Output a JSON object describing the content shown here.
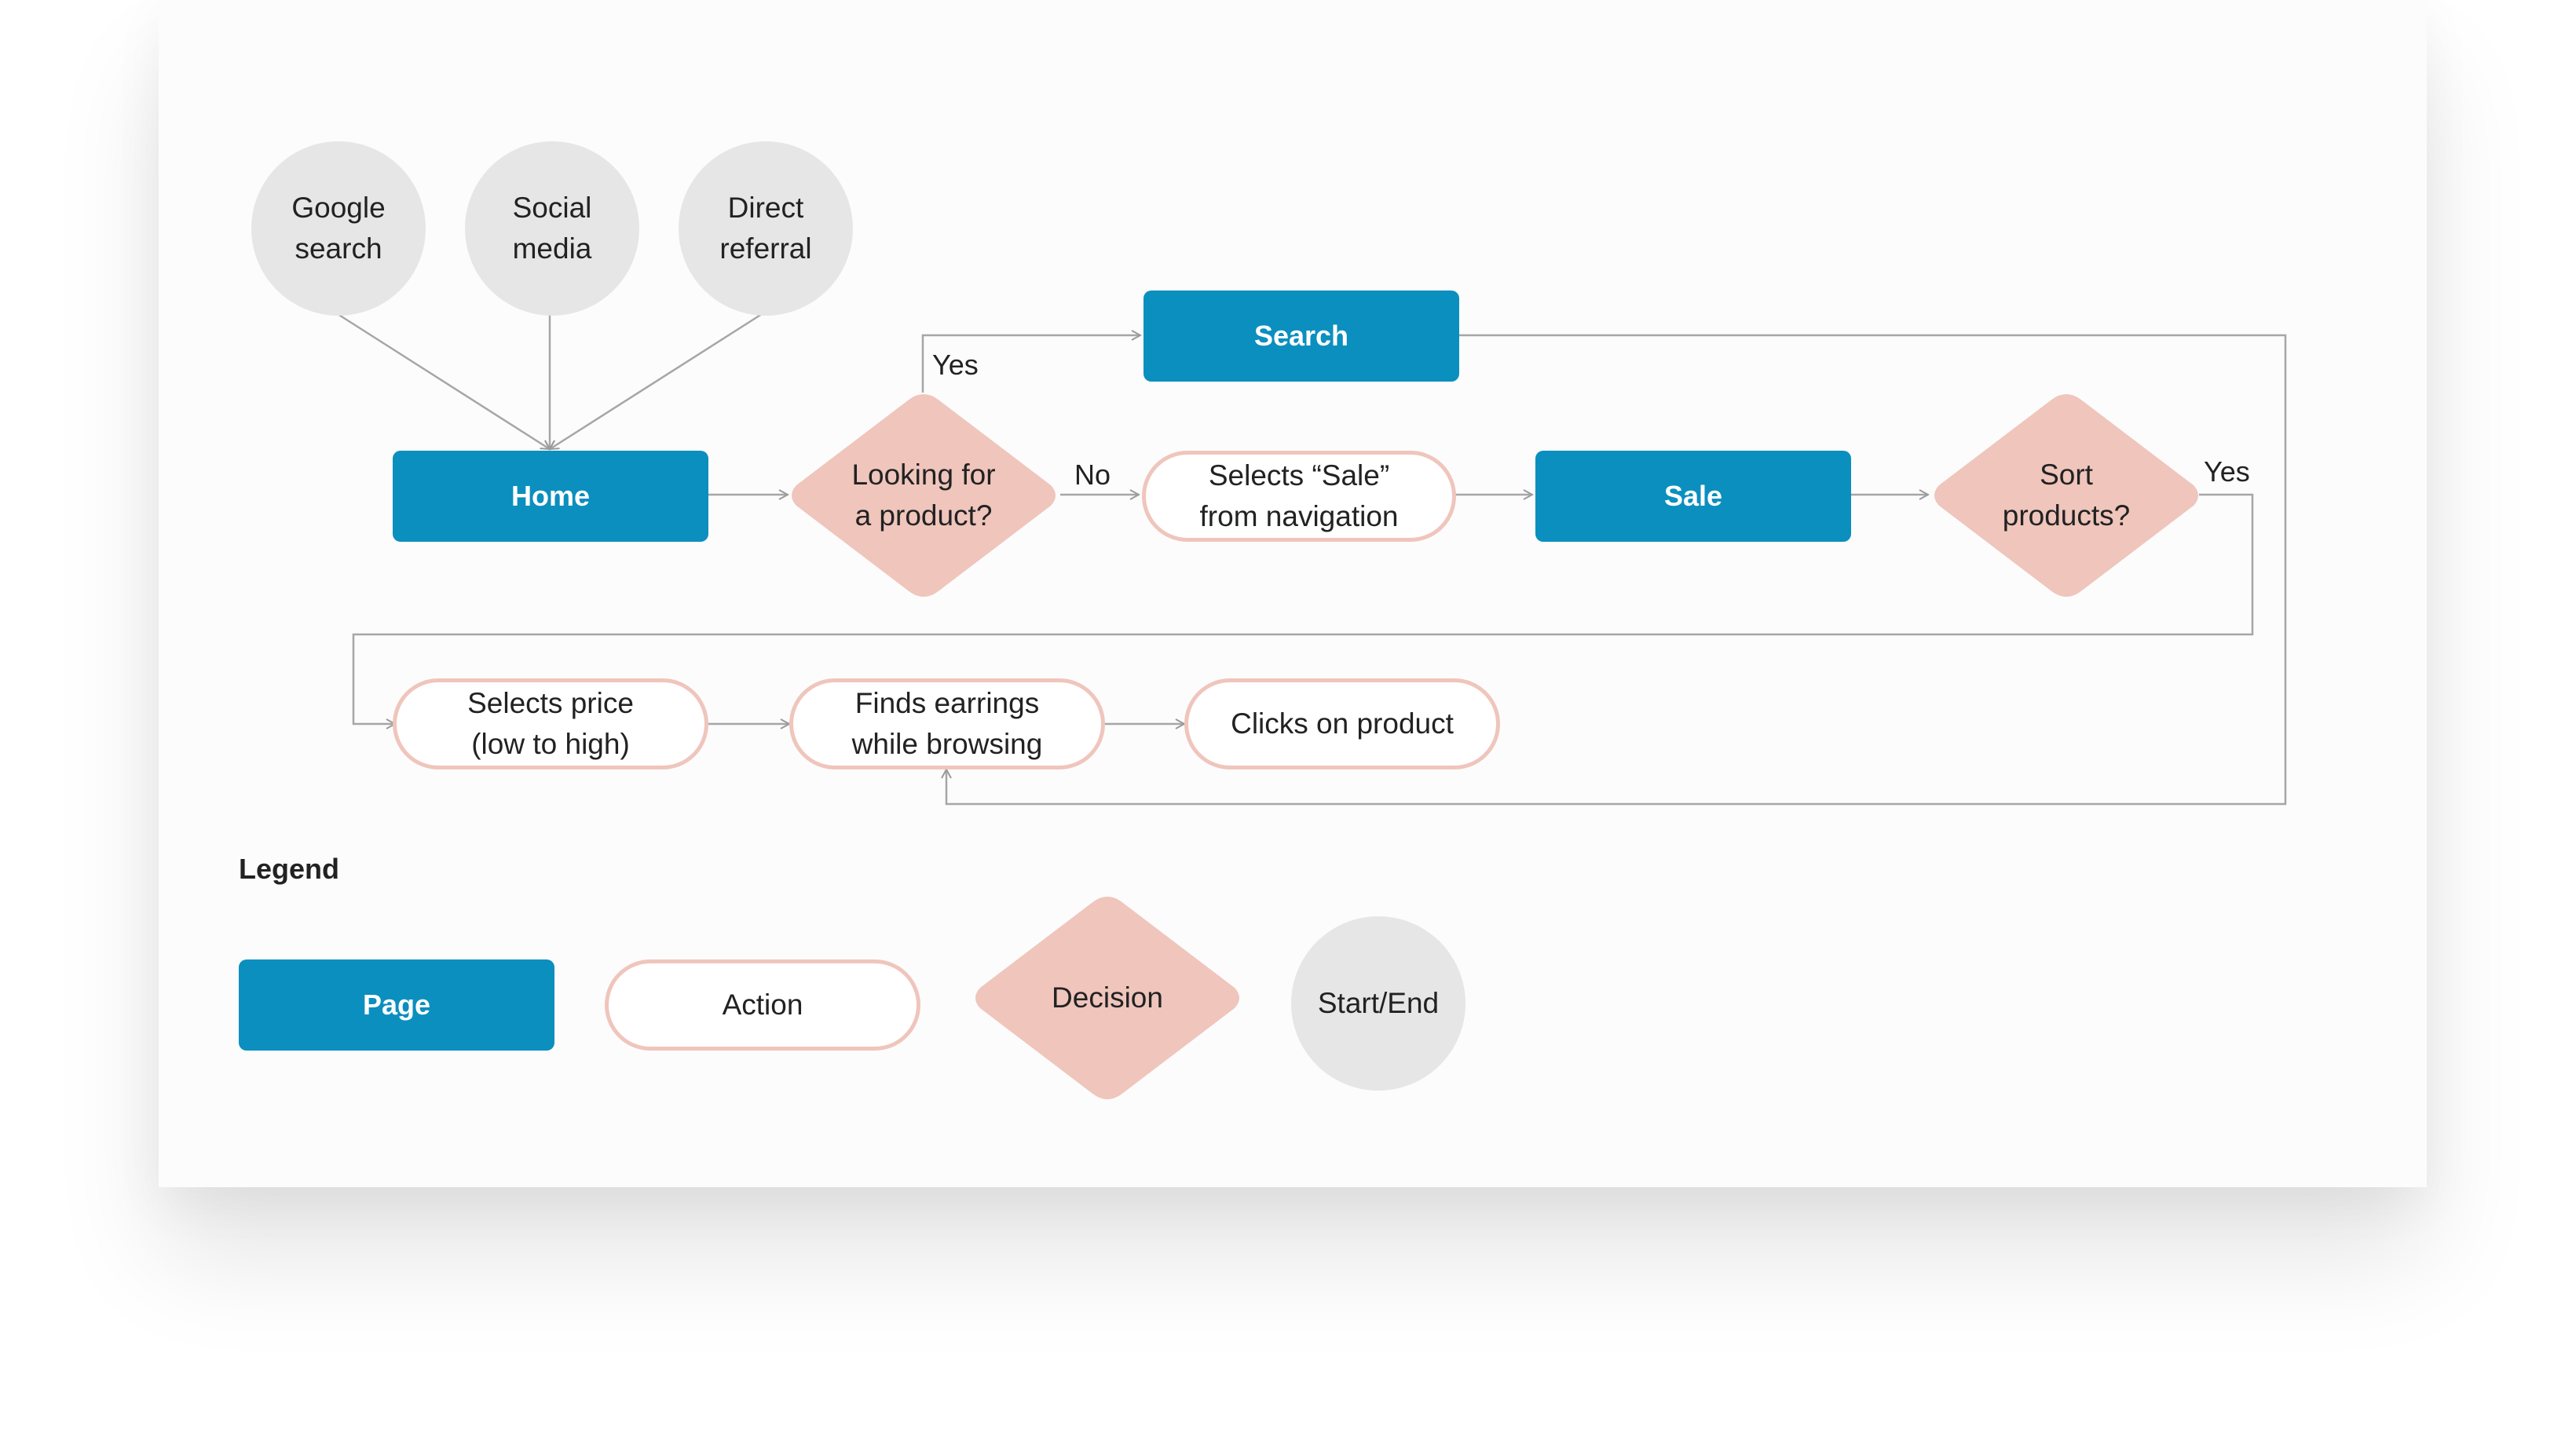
{
  "colors": {
    "page": "#0b8fbe",
    "action_border": "#efc5bc",
    "decision": "#efc5bc",
    "start_end": "#e6e6e6",
    "connector": "#9a9a9a"
  },
  "entry_points": [
    "Google\nsearch",
    "Social\nmedia",
    "Direct\nreferral"
  ],
  "pages": {
    "home": "Home",
    "search": "Search",
    "sale": "Sale"
  },
  "decisions": {
    "looking_for_product": "Looking for\na product?",
    "sort_products": "Sort\nproducts?"
  },
  "actions": {
    "selects_sale": "Selects “Sale”\nfrom navigation",
    "selects_price": "Selects price\n(low to high)",
    "finds_earrings": "Finds earrings\nwhile browsing",
    "clicks_product": "Clicks on product"
  },
  "edge_labels": {
    "looking_yes": "Yes",
    "looking_no": "No",
    "sort_yes": "Yes"
  },
  "legend": {
    "title": "Legend",
    "page": "Page",
    "action": "Action",
    "decision": "Decision",
    "start_end": "Start/End"
  }
}
